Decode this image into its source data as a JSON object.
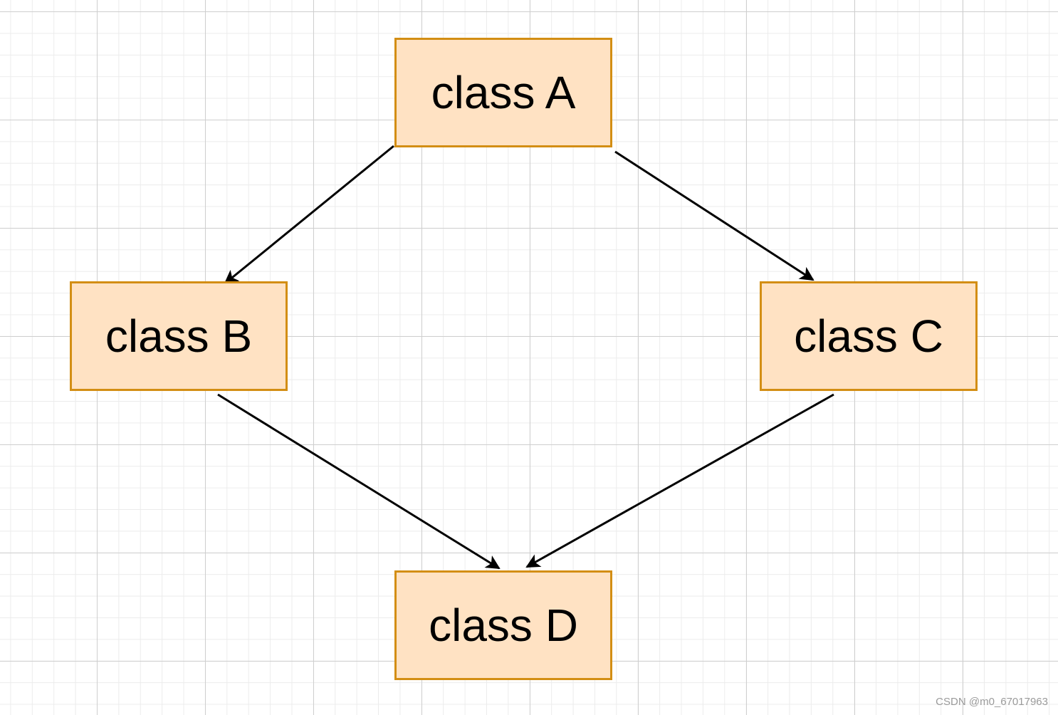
{
  "diagram": {
    "nodes": [
      {
        "id": "a",
        "label": "class A"
      },
      {
        "id": "b",
        "label": "class B"
      },
      {
        "id": "c",
        "label": "class C"
      },
      {
        "id": "d",
        "label": "class D"
      }
    ],
    "edges": [
      {
        "from": "a",
        "to": "b"
      },
      {
        "from": "a",
        "to": "c"
      },
      {
        "from": "b",
        "to": "d"
      },
      {
        "from": "c",
        "to": "d"
      }
    ],
    "colors": {
      "node_fill": "#ffe2c3",
      "node_border": "#d38e14",
      "edge": "#000000",
      "grid_major": "#cfcfcf",
      "grid_minor": "#ececec"
    }
  },
  "watermark": "CSDN @m0_67017963"
}
